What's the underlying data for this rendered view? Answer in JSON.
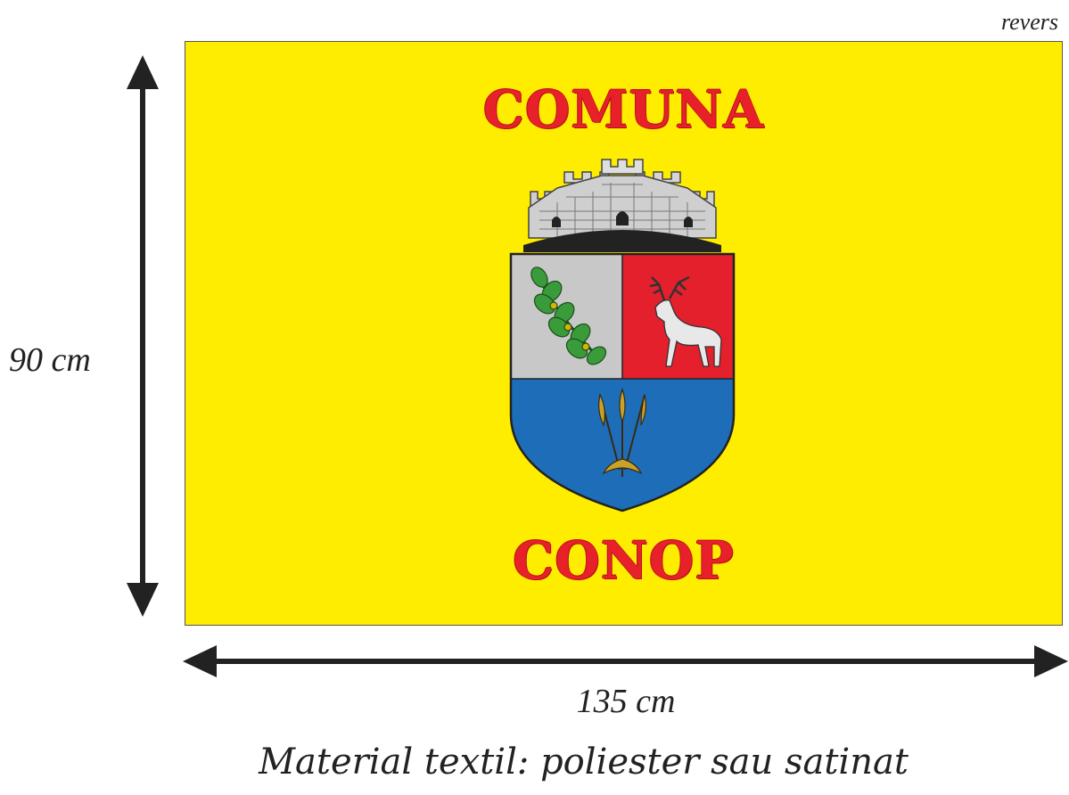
{
  "corner_label": "revers",
  "flag": {
    "title_top": "COMUNA",
    "title_bottom": "CONOP",
    "background_color": "#ffed00",
    "text_color": "#e8202a"
  },
  "coat_of_arms": {
    "crown": "mural-crown",
    "quarters": [
      "oak-branch-on-silver",
      "stag-on-red",
      "wheat-sheaves-on-blue"
    ],
    "colors": {
      "silver": "#c8c8c8",
      "red": "#e3202c",
      "blue": "#1d6db8"
    }
  },
  "dimensions": {
    "height_label": "90 cm",
    "width_label": "135 cm"
  },
  "footer_text": "Material textil: poliester sau satinat"
}
